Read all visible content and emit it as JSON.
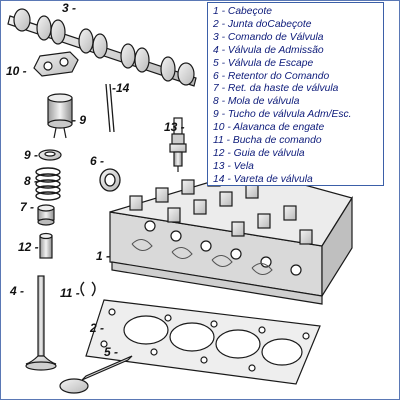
{
  "legend": {
    "items": [
      "1 - Cabeçote",
      "2 - Junta doCabeçote",
      "3 - Comando de Válvula",
      "4 - Válvula de Admissão",
      "5 - Válvula de Escape",
      "6 - Retentor do Comando",
      "7 - Ret. da haste de válvula",
      "8 - Mola de válvula",
      "9 - Tucho de válvula Adm/Esc.",
      "10 - Alavanca de engate",
      "11 - Bucha de comando",
      "12 - Guia de válvula",
      "13 - Vela",
      "14 - Vareta de válvula"
    ]
  },
  "callouts": {
    "c1": "1 -",
    "c2": "2 -",
    "c3": "3 -",
    "c4": "4 -",
    "c5": "5 -",
    "c6": "6 -",
    "c7": "7 -",
    "c8": "8 -",
    "c9a": "- 9",
    "c9b": "9 -",
    "c10": "10 -",
    "c11": "11 -",
    "c12": "12 -",
    "c13": "13 -",
    "c14": "-14"
  },
  "colors": {
    "line": "#1a1a1a",
    "legend_border": "#3b5fa8",
    "legend_text": "#0d1b7a",
    "part_fill": "#e4e4e4",
    "part_shade": "#bdbdbd"
  }
}
